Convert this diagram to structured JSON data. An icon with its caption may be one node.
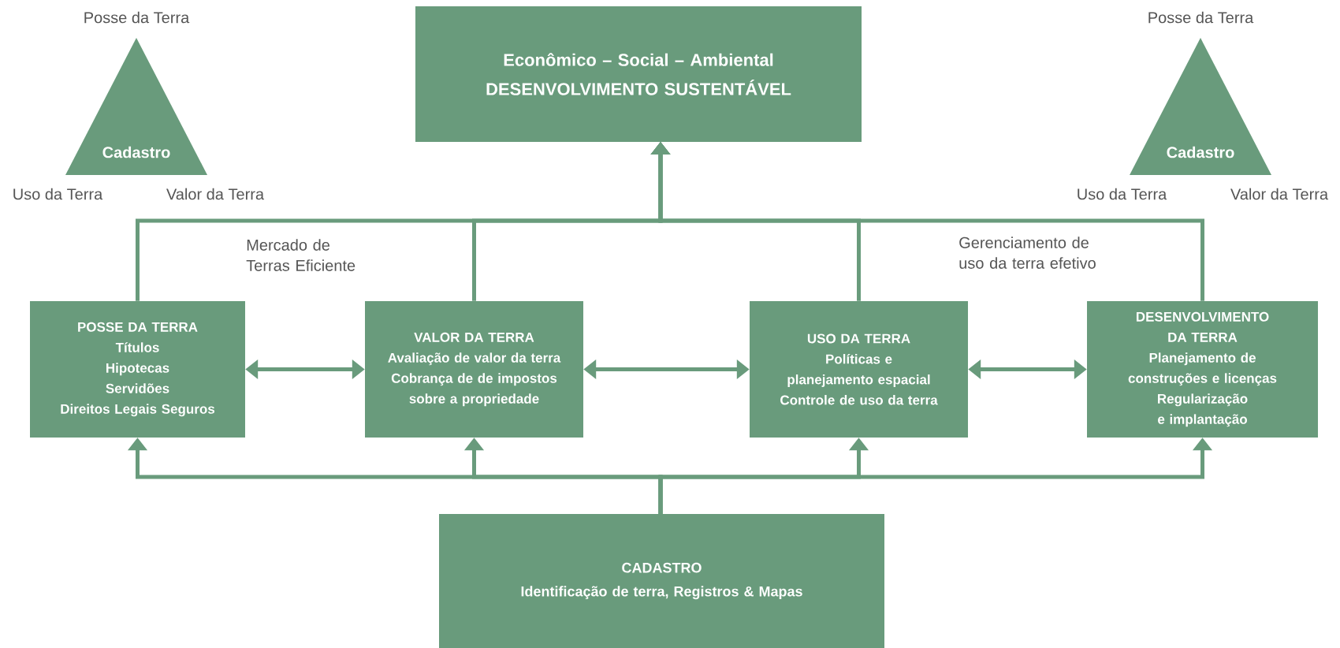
{
  "diagram": {
    "nodes": [
      {
        "text": [
          "Econômico – Social – Ambiental",
          "DESENVOLVIMENTO SUSTENTÁVEL"
        ]
      },
      {
        "text": [
          "Cadastro"
        ],
        "beside": [
          "Posse da Terra",
          "Uso da Terra",
          "Valor da Terra"
        ]
      },
      {
        "text": [
          "Cadastro"
        ],
        "beside": [
          "Posse da Terra",
          "Uso da Terra",
          "Valor da Terra"
        ]
      },
      {
        "text": [
          "POSSE DA TERRA",
          "Títulos",
          "Hipotecas",
          "Servidões",
          "Direitos Legais Seguros"
        ]
      },
      {
        "text": [
          "VALOR DA TERRA",
          "Avaliação de valor da terra",
          "Cobrança de de impostos sobre a propriedade"
        ]
      },
      {
        "text": [
          "USO DA TERRA",
          "Políticas e planejamento espacial",
          "Controle de uso da terra"
        ]
      },
      {
        "text": [
          "DESENVOLVIMENTO DA TERRA",
          "Planejamento de construções e licenças",
          "Regularização e implantação"
        ]
      },
      {
        "text": [
          "CADASTRO",
          "Identificação de terra, Registros & Mapas"
        ]
      }
    ],
    "edges": [
      {
        "from": 3,
        "to": 4,
        "arrow": "both"
      },
      {
        "from": 4,
        "to": 5,
        "arrow": "both"
      },
      {
        "from": 5,
        "to": 6,
        "arrow": "both"
      },
      {
        "from": 3,
        "to": 0,
        "arrow": "to"
      },
      {
        "from": 4,
        "to": 0,
        "arrow": "to"
      },
      {
        "from": 5,
        "to": 0,
        "arrow": "to"
      },
      {
        "from": 6,
        "to": 0,
        "arrow": "to"
      },
      {
        "from": 7,
        "to": 3,
        "arrow": "to"
      },
      {
        "from": 7,
        "to": 4,
        "arrow": "to"
      },
      {
        "from": 7,
        "to": 5,
        "arrow": "to"
      },
      {
        "from": 7,
        "to": 6,
        "arrow": "to"
      }
    ],
    "labels": [
      "Mercado de Terras Eficiente",
      "Gerenciamento de uso da terra efetivo"
    ]
  }
}
